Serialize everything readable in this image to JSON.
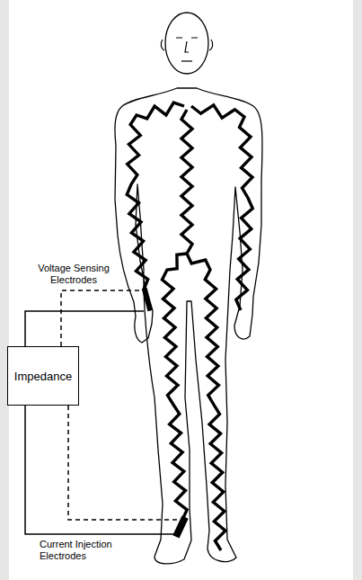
{
  "diagram": {
    "nodes": [
      {
        "text": [
          "Impedance"
        ]
      }
    ],
    "labels": [
      "Voltage Sensing Electrodes",
      "Current Injection Electrodes"
    ]
  }
}
